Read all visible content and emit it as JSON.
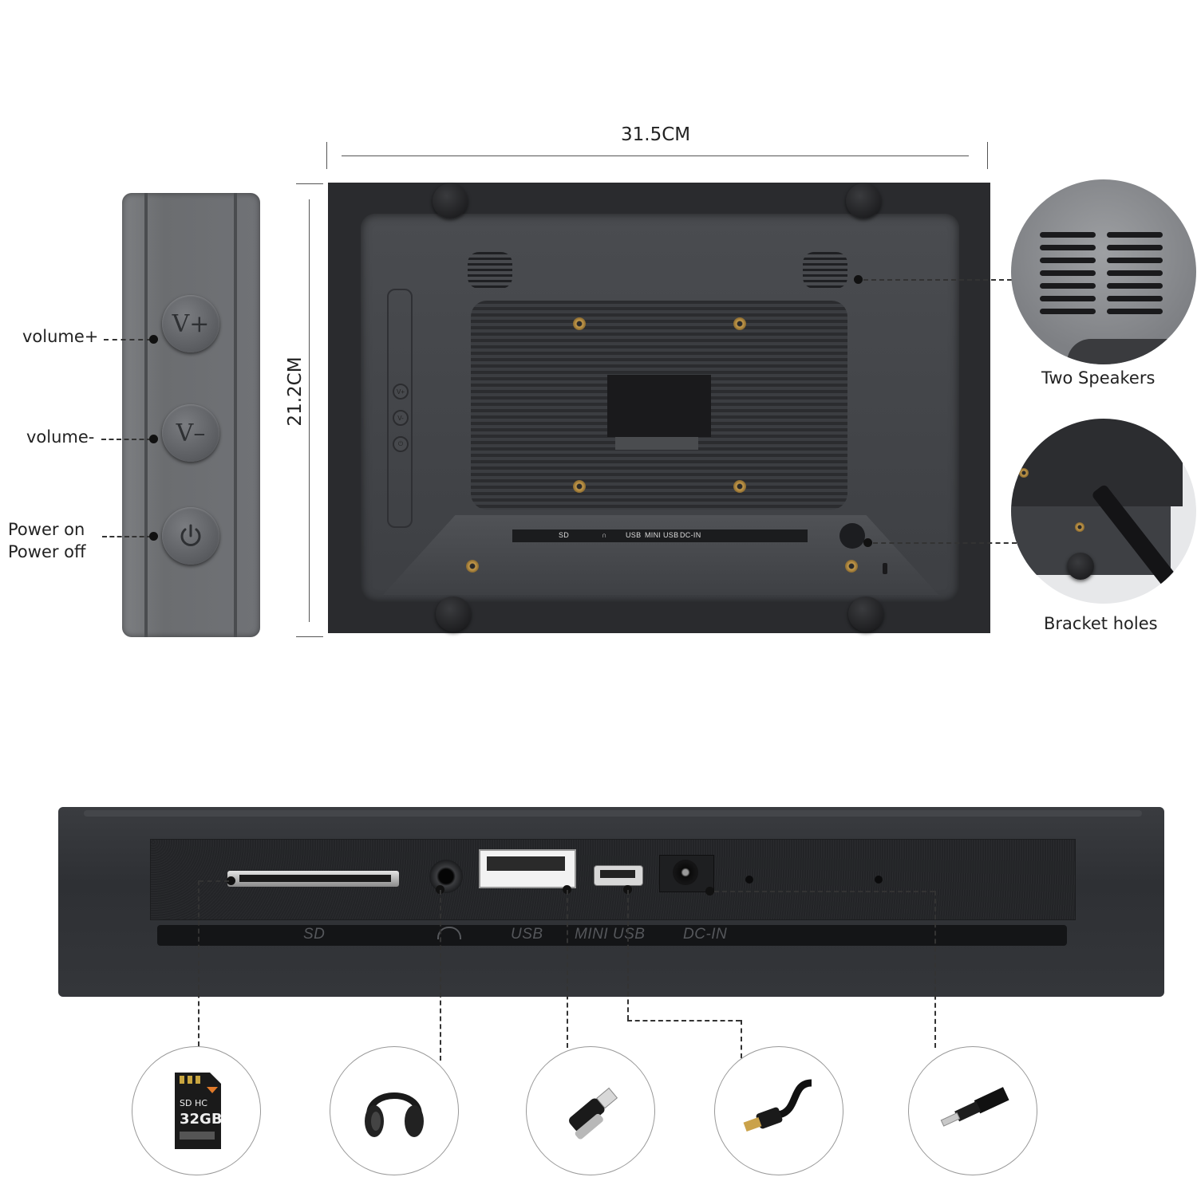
{
  "dimensions": {
    "width": "31.5CM",
    "height": "21.2CM"
  },
  "side_buttons": [
    {
      "label": "volume+",
      "glyph": "V+"
    },
    {
      "label": "volume-",
      "glyph": "V–"
    },
    {
      "label": "Power on\nPower off",
      "glyph": "power-icon"
    }
  ],
  "callouts": {
    "speakers": "Two Speakers",
    "bracket": "Bracket holes"
  },
  "back_port_bar": {
    "sd": "SD",
    "usb": "USB",
    "mini_usb": "MINI USB",
    "dc_in": "DC-IN"
  },
  "ports": {
    "sd": "SD",
    "usb": "USB",
    "mini_usb": "MINI USB",
    "dc_in": "DC-IN"
  },
  "sd_card": {
    "capacity": "32GB"
  },
  "colors": {
    "frame": "#2a2b2e",
    "panel": "#34363a",
    "accent_screw": "#c59a4a"
  }
}
